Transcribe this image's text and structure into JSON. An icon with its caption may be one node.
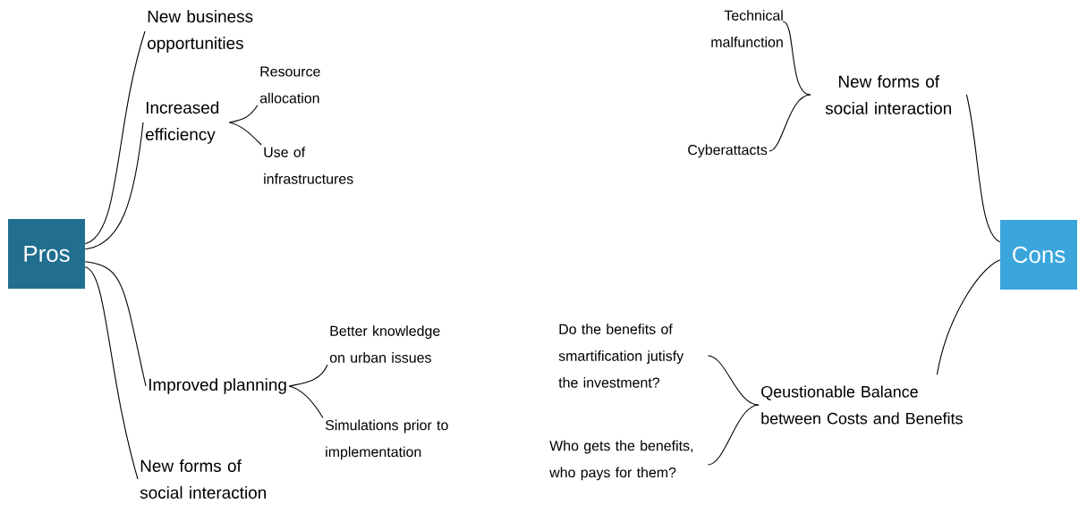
{
  "diagram": {
    "nodes": [
      {
        "text": [
          "Pros"
        ]
      },
      {
        "text": [
          "New business opportunities"
        ]
      },
      {
        "text": [
          "Increased efficiency"
        ]
      },
      {
        "text": [
          "Resource allocation"
        ]
      },
      {
        "text": [
          "Use of infrastructures"
        ]
      },
      {
        "text": [
          "Improved planning"
        ]
      },
      {
        "text": [
          "Better knowledge on urban issues"
        ]
      },
      {
        "text": [
          "Simulations prior to implementation"
        ]
      },
      {
        "text": [
          "New forms of social interaction"
        ]
      },
      {
        "text": [
          "Cons"
        ]
      },
      {
        "text": [
          "Technical malfunction"
        ]
      },
      {
        "text": [
          "Cyberattacts"
        ]
      },
      {
        "text": [
          "New forms of social interaction"
        ]
      },
      {
        "text": [
          "Do the benefits of smartification jutisfy the investment?"
        ]
      },
      {
        "text": [
          "Who gets the benefits, who pays for them?"
        ]
      },
      {
        "text": [
          "Qeustionable Balance between Costs and Benefits"
        ]
      }
    ],
    "edges": [
      {
        "from": 0,
        "to": 1,
        "arrow": "none"
      },
      {
        "from": 0,
        "to": 2,
        "arrow": "none"
      },
      {
        "from": 0,
        "to": 5,
        "arrow": "none"
      },
      {
        "from": 0,
        "to": 8,
        "arrow": "none"
      },
      {
        "from": 2,
        "to": 3,
        "arrow": "none"
      },
      {
        "from": 2,
        "to": 4,
        "arrow": "none"
      },
      {
        "from": 5,
        "to": 6,
        "arrow": "none"
      },
      {
        "from": 5,
        "to": 7,
        "arrow": "none"
      },
      {
        "from": 9,
        "to": 12,
        "arrow": "none"
      },
      {
        "from": 9,
        "to": 15,
        "arrow": "none"
      },
      {
        "from": 10,
        "to": 12,
        "arrow": "none"
      },
      {
        "from": 11,
        "to": 12,
        "arrow": "none"
      },
      {
        "from": 13,
        "to": 15,
        "arrow": "none"
      },
      {
        "from": 14,
        "to": 15,
        "arrow": "none"
      }
    ]
  }
}
